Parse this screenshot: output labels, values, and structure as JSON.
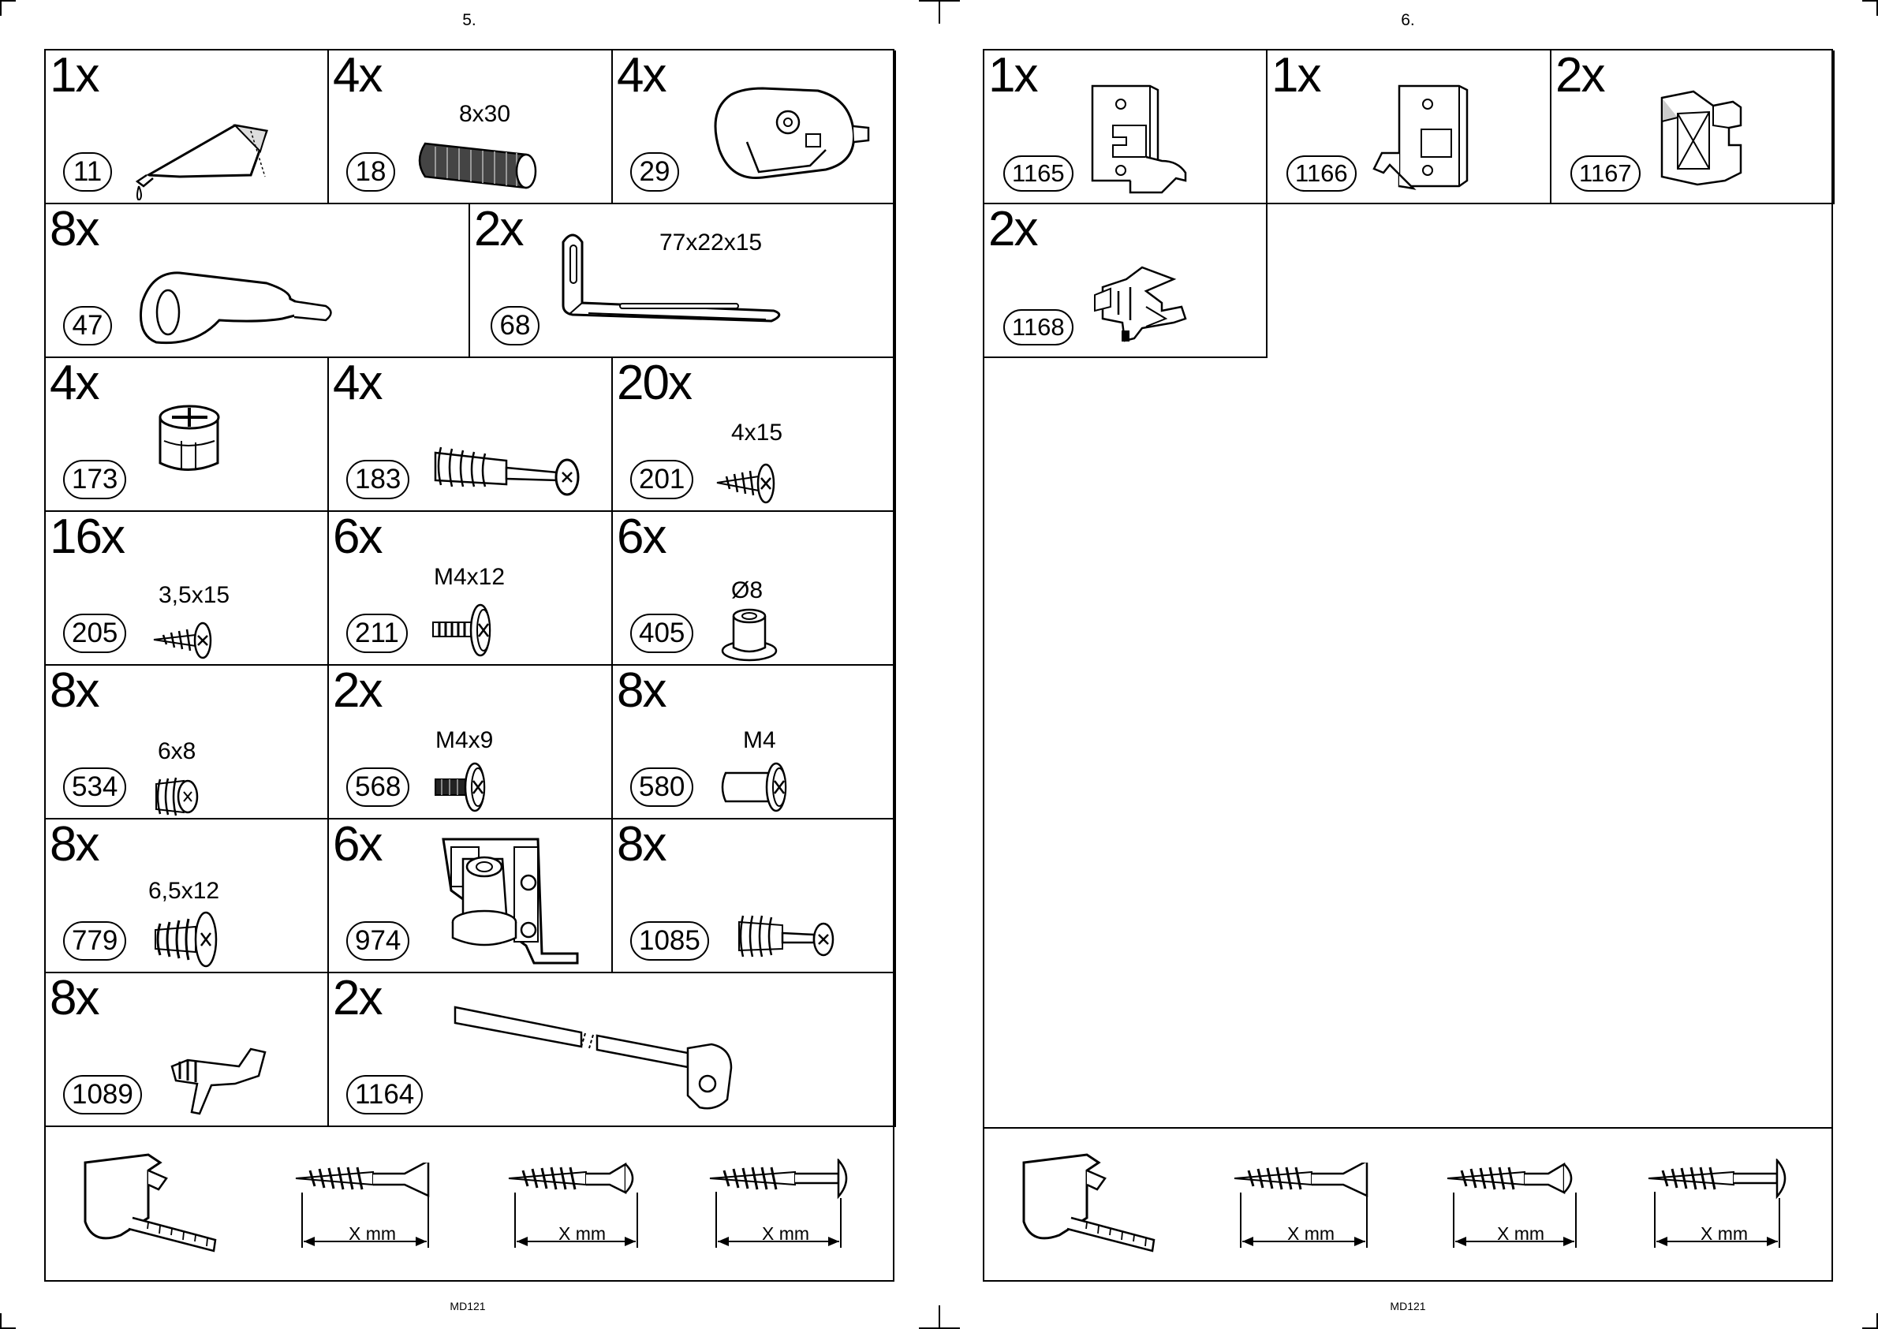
{
  "pages": [
    {
      "page_number": "5.",
      "footer": "MD121",
      "parts": [
        {
          "qty": "1x",
          "code": "11",
          "dim": "",
          "icon": "glue-tube-icon"
        },
        {
          "qty": "4x",
          "code": "18",
          "dim": "8x30",
          "icon": "wooden-dowel-icon"
        },
        {
          "qty": "4x",
          "code": "29",
          "dim": "",
          "icon": "eccentric-connector-icon"
        },
        {
          "qty": "8x",
          "code": "47",
          "dim": "",
          "icon": "shelf-support-icon"
        },
        {
          "qty": "2x",
          "code": "68",
          "dim": "77x22x15",
          "icon": "angle-bracket-icon"
        },
        {
          "qty": "4x",
          "code": "173",
          "dim": "",
          "icon": "cam-lock-icon"
        },
        {
          "qty": "4x",
          "code": "183",
          "dim": "",
          "icon": "connector-bolt-icon"
        },
        {
          "qty": "20x",
          "code": "201",
          "dim": "4x15",
          "icon": "wood-screw-icon"
        },
        {
          "qty": "16x",
          "code": "205",
          "dim": "3,5x15",
          "icon": "wood-screw-icon"
        },
        {
          "qty": "6x",
          "code": "211",
          "dim": "M4x12",
          "icon": "machine-screw-icon"
        },
        {
          "qty": "6x",
          "code": "405",
          "dim": "Ø8",
          "icon": "cap-bushing-icon"
        },
        {
          "qty": "8x",
          "code": "534",
          "dim": "6x8",
          "icon": "insert-nut-icon"
        },
        {
          "qty": "2x",
          "code": "568",
          "dim": "M4x9",
          "icon": "machine-screw-icon"
        },
        {
          "qty": "8x",
          "code": "580",
          "dim": "M4",
          "icon": "sleeve-nut-icon"
        },
        {
          "qty": "8x",
          "code": "779",
          "dim": "6,5x12",
          "icon": "wood-screw-icon"
        },
        {
          "qty": "6x",
          "code": "974",
          "dim": "",
          "icon": "hinge-icon"
        },
        {
          "qty": "8x",
          "code": "1085",
          "dim": "",
          "icon": "connector-bolt-icon"
        },
        {
          "qty": "8x",
          "code": "1089",
          "dim": "",
          "icon": "shelf-pin-icon"
        },
        {
          "qty": "2x",
          "code": "1164",
          "dim": "",
          "icon": "tip-over-strap-icon"
        }
      ]
    },
    {
      "page_number": "6.",
      "footer": "MD121",
      "parts": [
        {
          "qty": "1x",
          "code": "1165",
          "dim": "",
          "icon": "hanging-plate-icon"
        },
        {
          "qty": "1x",
          "code": "1166",
          "dim": "",
          "icon": "hanging-hook-icon"
        },
        {
          "qty": "2x",
          "code": "1167",
          "dim": "",
          "icon": "corner-clip-icon"
        },
        {
          "qty": "2x",
          "code": "1168",
          "dim": "",
          "icon": "snap-clip-icon"
        }
      ]
    }
  ],
  "screw_guide": {
    "label": "X mm",
    "icons": [
      "measuring-tape-icon",
      "countersunk-screw-icon",
      "oval-head-screw-icon",
      "pan-head-screw-icon"
    ]
  }
}
